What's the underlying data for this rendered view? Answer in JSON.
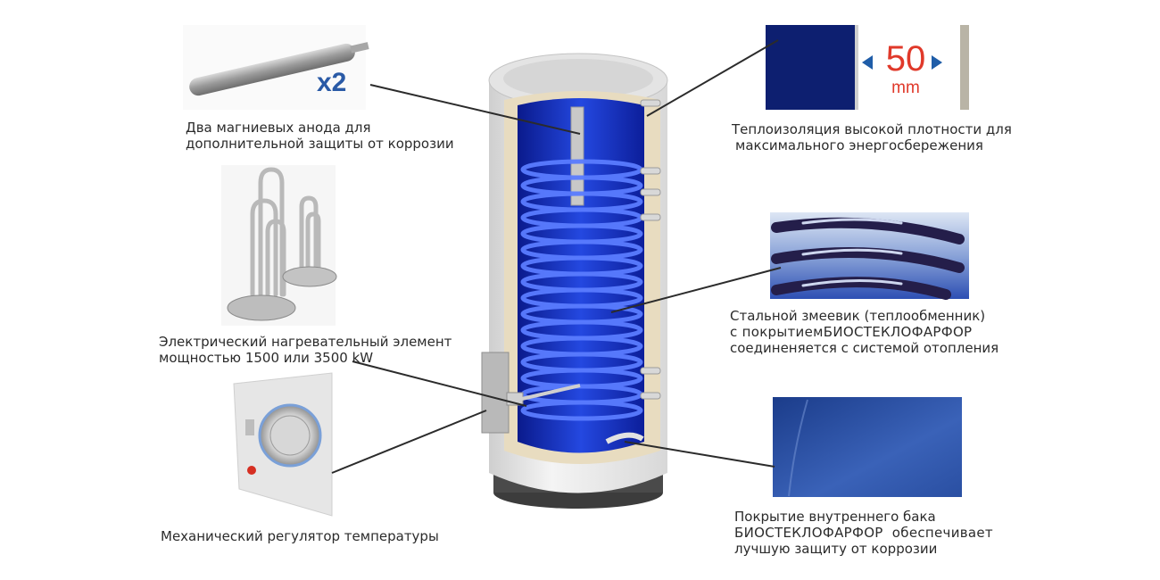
{
  "anode": {
    "badge": "x2",
    "caption_lines": [
      "Два магниевых анода для",
      "дополнительной защиты от коррозии"
    ]
  },
  "heater": {
    "caption_lines": [
      "Электрический нагревательный элемент",
      "мощностью 1500 или 3500 kW"
    ]
  },
  "thermostat": {
    "caption_lines": [
      "Механический регулятор температуры"
    ]
  },
  "insulation": {
    "thickness_value": "50",
    "thickness_unit": "mm",
    "caption_lines": [
      "Теплоизоляция высокой плотности для",
      "максимального энергосбережения"
    ]
  },
  "coil": {
    "caption_lines": [
      "Стальной змеевик (теплообменник)",
      "с покрытиемБИОСТЕКЛОФАРФОР",
      "соединеняется с системой отопления"
    ]
  },
  "tank_coating": {
    "caption_lines": [
      "Покрытие внутреннего бака",
      "БИОСТЕКЛОФАРФОР  обеспечивает",
      "лучшую защиту от коррозии"
    ]
  },
  "colors": {
    "enamel_blue": "#1e3cc8",
    "insulation_beige": "#e8dcc0",
    "casing_white": "#ececec",
    "label_text": "#2b2b2b",
    "accent_red": "#e0392a",
    "badge_blue": "#2a5aa6"
  }
}
